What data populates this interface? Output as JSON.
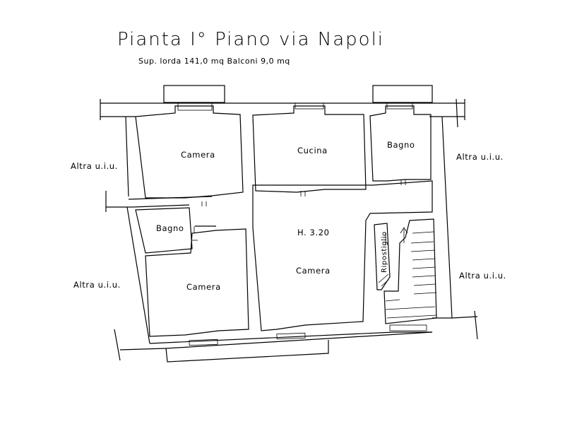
{
  "title": "Pianta I° Piano via Napoli",
  "subtitle": "Sup. lorda 141,0 mq Balconi 9,0 mq",
  "rooms": {
    "camera_top_left": "Camera",
    "cucina": "Cucina",
    "bagno_top": "Bagno",
    "bagno_left": "Bagno",
    "camera_center": "Camera",
    "height": "H. 3.20",
    "camera_bottom_left": "Camera",
    "ripostiglio": "Ripostiglio"
  },
  "neighbors": {
    "left_top": "Altra u.i.u.",
    "left_bottom": "Altra u.i.u.",
    "right_top": "Altra u.i.u.",
    "right_bottom": "Altra u.i.u."
  }
}
